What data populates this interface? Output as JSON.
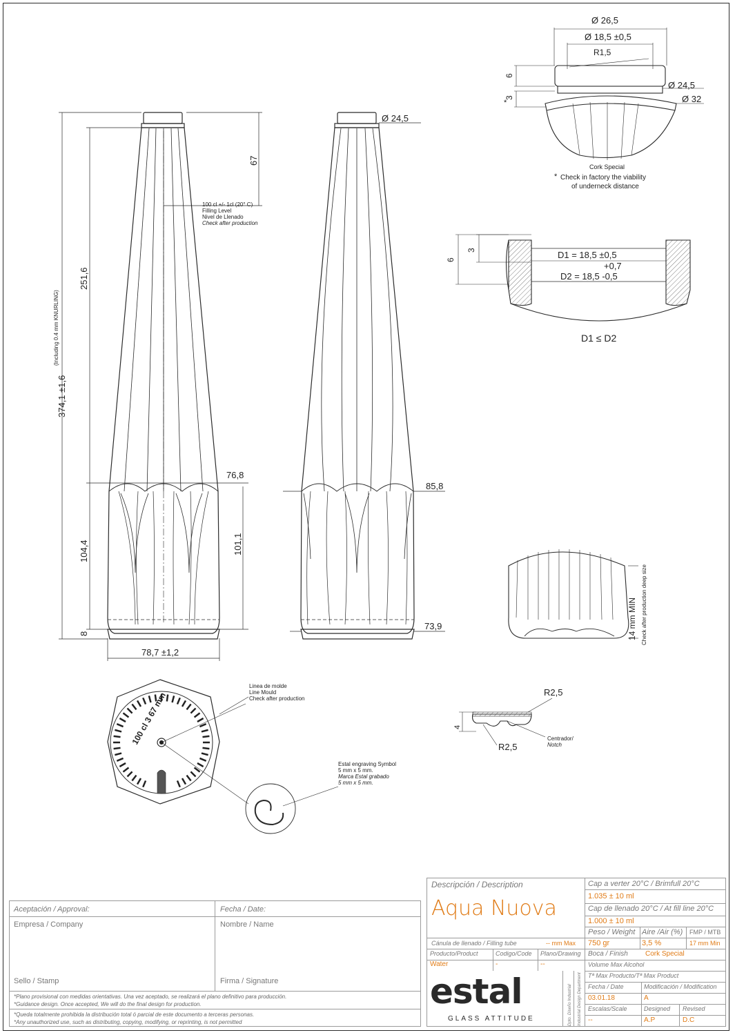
{
  "dims": {
    "total_height": "374,1 ±1,6",
    "total_height_note": "(Including 0.4 mm KNURLING)",
    "upper": "251,6",
    "lower": "104,4",
    "base": "8",
    "neck": "67",
    "body_dia": "76,8",
    "bottom_dia": "78,7 ±1,2",
    "right_height": "101,1",
    "side_dia": "85,8",
    "side_bottom_dia": "73,9",
    "top_dia": "Ø 24,5",
    "fill_line1": "100 cl +/- 1cl (20° C)",
    "fill_line2": "Filling Level",
    "fill_line3": "Nivel de Llenado",
    "fill_line4": "Check after production"
  },
  "finish": {
    "d1": "Ø 26,5",
    "d2": "Ø 18,5 ±0,5",
    "r": "R1,5",
    "d3": "Ø 24,5",
    "d4": "Ø 32",
    "h1": "6",
    "h2": "3",
    "star": "*",
    "title": "Cork Special",
    "note1": "Check in factory the viability",
    "note2": "of underneck distance"
  },
  "section": {
    "h6": "6",
    "h3": "3",
    "d1": "D1 = 18,5 ±0,5",
    "tol_plus": "+0,7",
    "d2": "D2 = 18,5  -0,5",
    "rule": "D1 ≤ D2"
  },
  "base_detail": {
    "min": "14 mm MIN",
    "note": "Check after production deep size"
  },
  "bottom_view": {
    "engraving_text": "100 cl 3 67 mm",
    "mould1": "Linea de molde",
    "mould2": "Line Mould",
    "mould3": "Check after production",
    "eng1": "Estal engraving Symbol",
    "eng2": "5 mm x 5 mm.",
    "eng3": "Marca Estal grabado",
    "eng4": "5 mm x 5 mm."
  },
  "notch": {
    "r_top": "R2,5",
    "r_bot": "R2,5",
    "h": "4",
    "lbl1": "Centrador/",
    "lbl2": "Notch"
  },
  "approval": {
    "aceptacion": "Aceptación / Approval:",
    "fecha": "Fecha / Date:",
    "empresa": "Empresa / Company",
    "nombre": "Nombre / Name",
    "sello": "Sello / Stamp",
    "firma": "Firma / Signature",
    "note1": "*Plano provisional con medidas orientativas. Una vez aceptado, se realizará el plano definitivo para producción.",
    "note2": "*Guidance design.  Once accepted, We will do the final design for production.",
    "note3": "*Queda totalmente prohibida la distribución total ó parcial de este documento a terceras personas.",
    "note4": "*Any unauthorized use, such as distributing, copying, modifying, or reprinting, is not permitted"
  },
  "info": {
    "desc_label": "Descripción / Description",
    "product_name": "Aqua Nuova",
    "brim_label": "Cap a verter 20°C / Brimfull 20°C",
    "brim_val": "1.035 ± 10 ml",
    "fill_label": "Cap de llenado 20°C / At fill line 20°C",
    "fill_val": "1.000 ± 10 ml",
    "weight_label": "Peso / Weight",
    "air_label": "Aire /Air (%)",
    "fmp_label": "FMP / MTB",
    "weight_val": "750 gr",
    "air_val": "3,5 %",
    "fmp_val": "17 mm Min",
    "canula_label": "Cánula de llenado / Filling tube",
    "canula_val": "-- mm Max",
    "boca_label": "Boca / Finish",
    "boca_val": "Cork Special",
    "product_label": "Producto/Product",
    "code_label": "Codigo/Code",
    "plano_label": "Plano/Drawing",
    "product_val": "Water",
    "code_val": "-",
    "plano_val": "--",
    "vol_label": "Volume Max Alcohol",
    "tmax_label": "Tª Max Producto/Tª Max Product",
    "fecha_label": "Fecha / Date",
    "mod_label": "Modificación / Modification",
    "fecha_val": "03.01.18",
    "mod_val": "A",
    "escala_label": "Escalas/Scale",
    "designed_label": "Designed",
    "revised_label": "Revised",
    "escala_val": "--",
    "designed_val": "A.P",
    "revised_val": "D.C",
    "logo": "estal",
    "tagline": "GLASS ATTITUDE",
    "dept1": "Dpto. Diseño Industrial",
    "dept2": "Industrial Design Department"
  },
  "colors": {
    "accent": "#e07b16",
    "line": "#2a2a2a"
  }
}
